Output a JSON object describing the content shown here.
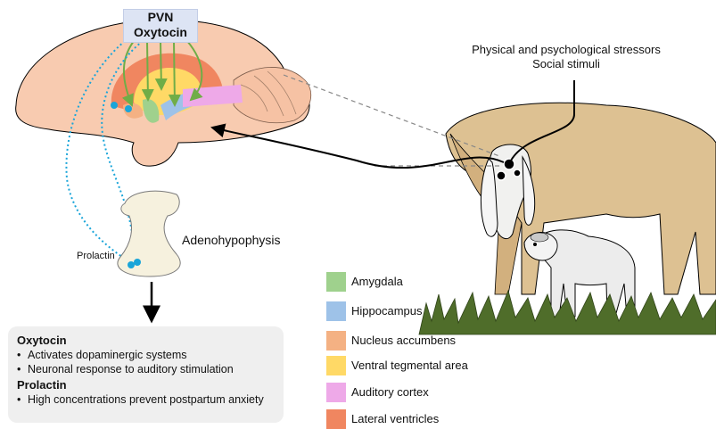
{
  "pvn": {
    "line1": "PVN",
    "line2": "Oxytocin"
  },
  "stressors": {
    "line1": "Physical and psychological stressors",
    "line2": "Social stimuli"
  },
  "labels": {
    "adenohypophysis": "Adenohypophysis",
    "prolactin": "Prolactin"
  },
  "legend": [
    {
      "label": "Amygdala",
      "color": "#9fd18d"
    },
    {
      "label": "Hippocampus",
      "color": "#9ec2e8"
    },
    {
      "label": "Nucleus accumbens",
      "color": "#f4b183"
    },
    {
      "label": "Ventral tegmental area",
      "color": "#ffd966"
    },
    {
      "label": "Auditory cortex",
      "color": "#eea9e8"
    },
    {
      "label": "Lateral ventricles",
      "color": "#f08660"
    }
  ],
  "effects": {
    "oxytocin": {
      "title": "Oxytocin",
      "items": [
        "Activates dopaminergic systems",
        "Neuronal response to auditory stimulation"
      ]
    },
    "prolactin": {
      "title": "Prolactin",
      "items": [
        "High concentrations prevent postpartum anxiety"
      ]
    }
  },
  "colors": {
    "brain": "#f8cbb0",
    "animal": "#ddc192",
    "lamb": "#ececec",
    "oxytocin_pathway": "#70ad47",
    "prolactin_pathway": "#1aa5d9",
    "grass": "#4f6d2a"
  }
}
